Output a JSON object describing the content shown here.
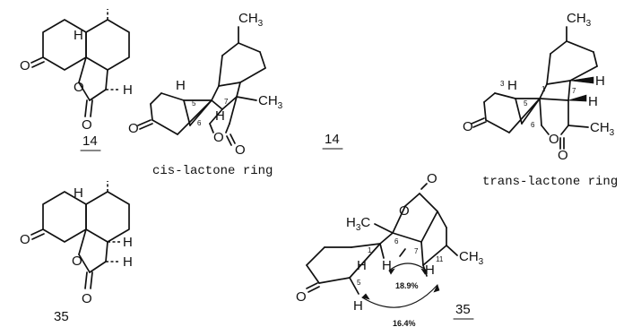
{
  "structures": {
    "s14a": {
      "label": "14",
      "h_top": "H",
      "h_lactone": "H",
      "oxygen_ketone": "O",
      "oxygen_ring": "O",
      "oxygen_carbonyl": "O"
    },
    "s14b": {
      "label": "14",
      "caption": "cis-lactone ring",
      "methyl": "CH3",
      "methyl_alpha": "CH3",
      "h_left": "H",
      "h_mid": "H",
      "o_ketone": "O",
      "o_ring": "O",
      "o_carbonyl": "O",
      "n5": "5",
      "n6": "6",
      "n7": "7"
    },
    "s14c": {
      "caption": "trans-lactone ring",
      "methyl": "CH3",
      "methyl_alpha": "CH3",
      "h_left": "H",
      "h_right": "H",
      "h_mid": "H",
      "o_ketone": "O",
      "o_ring": "O",
      "o_carbonyl": "O",
      "n1": "1",
      "n3": "3",
      "n5": "5",
      "n6": "6",
      "n7": "7"
    },
    "s35a": {
      "label": "35",
      "h_top": "H",
      "h_mid": "H",
      "h_lactone": "H",
      "oxygen_ketone": "O",
      "oxygen_ring": "O",
      "oxygen_carbonyl": "O"
    },
    "s35b": {
      "label": "35",
      "methyl_left": "H3C",
      "methyl_right": "CH3",
      "h_a": "H",
      "h_b": "H",
      "h_c": "H",
      "h_d": "H",
      "o_ketone": "O",
      "o_ring": "O",
      "o_carbonyl": "O",
      "n1": "1",
      "n5": "5",
      "n6": "6",
      "n7": "7",
      "n11": "11",
      "noe_inner": "18.9%",
      "noe_outer": "16.4%"
    }
  }
}
